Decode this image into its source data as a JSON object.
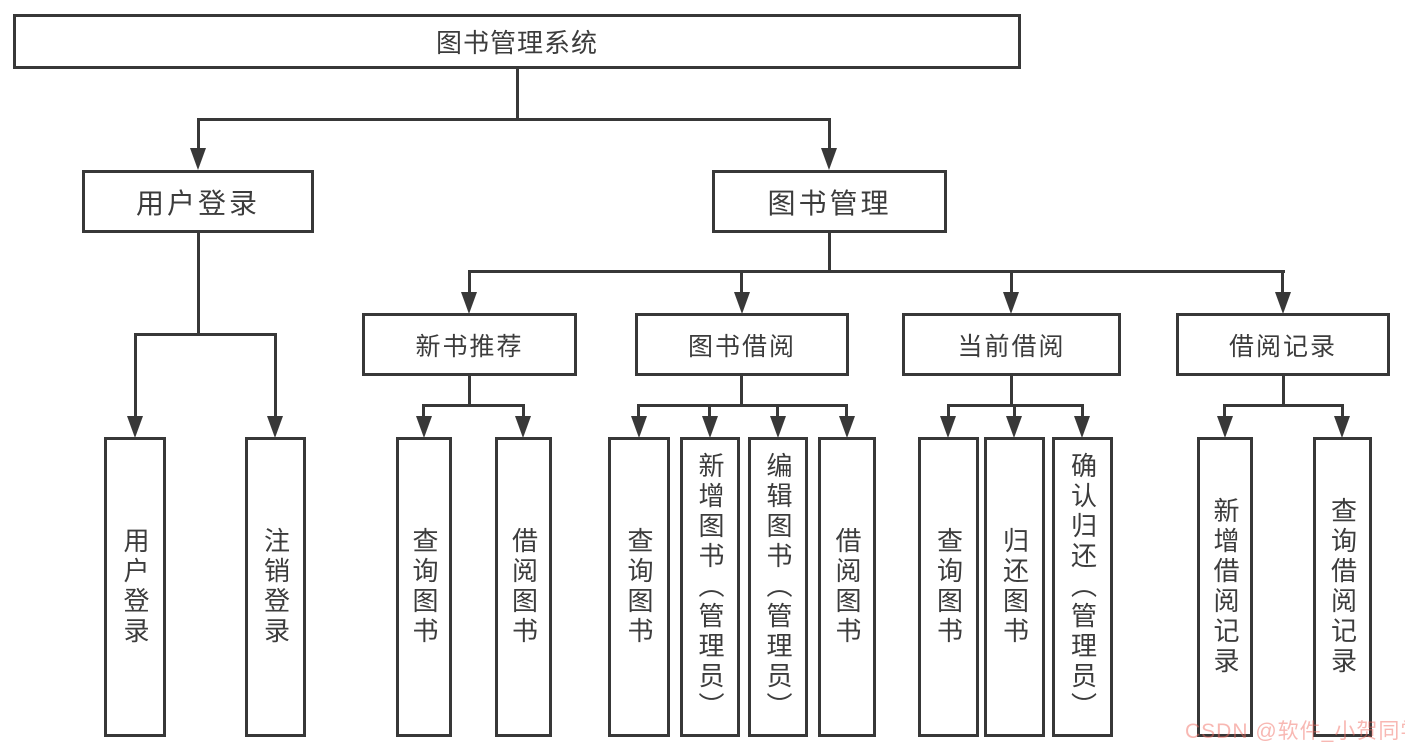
{
  "diagram": {
    "root": "图书管理系统",
    "branches": [
      {
        "label": "用户登录"
      },
      {
        "label": "图书管理"
      }
    ],
    "modules": [
      {
        "label": "新书推荐"
      },
      {
        "label": "图书借阅"
      },
      {
        "label": "当前借阅"
      },
      {
        "label": "借阅记录"
      }
    ],
    "leaves": [
      {
        "label": "用户登录"
      },
      {
        "label": "注销登录"
      },
      {
        "label": "查询图书"
      },
      {
        "label": "借阅图书"
      },
      {
        "label": "查询图书"
      },
      {
        "label": "新增图书（管理员）"
      },
      {
        "label": "编辑图书（管理员）"
      },
      {
        "label": "借阅图书"
      },
      {
        "label": "查询图书"
      },
      {
        "label": "归还图书"
      },
      {
        "label": "确认归还（管理员）"
      },
      {
        "label": "新增借阅记录"
      },
      {
        "label": "查询借阅记录"
      }
    ]
  },
  "watermark": {
    "text": "CSDN @软件_小贺同学",
    "color": "rgba(240,106,96,0.48)"
  },
  "colors": {
    "line": "#383838",
    "text": "#3c3c3c",
    "background": "#ffffff"
  }
}
